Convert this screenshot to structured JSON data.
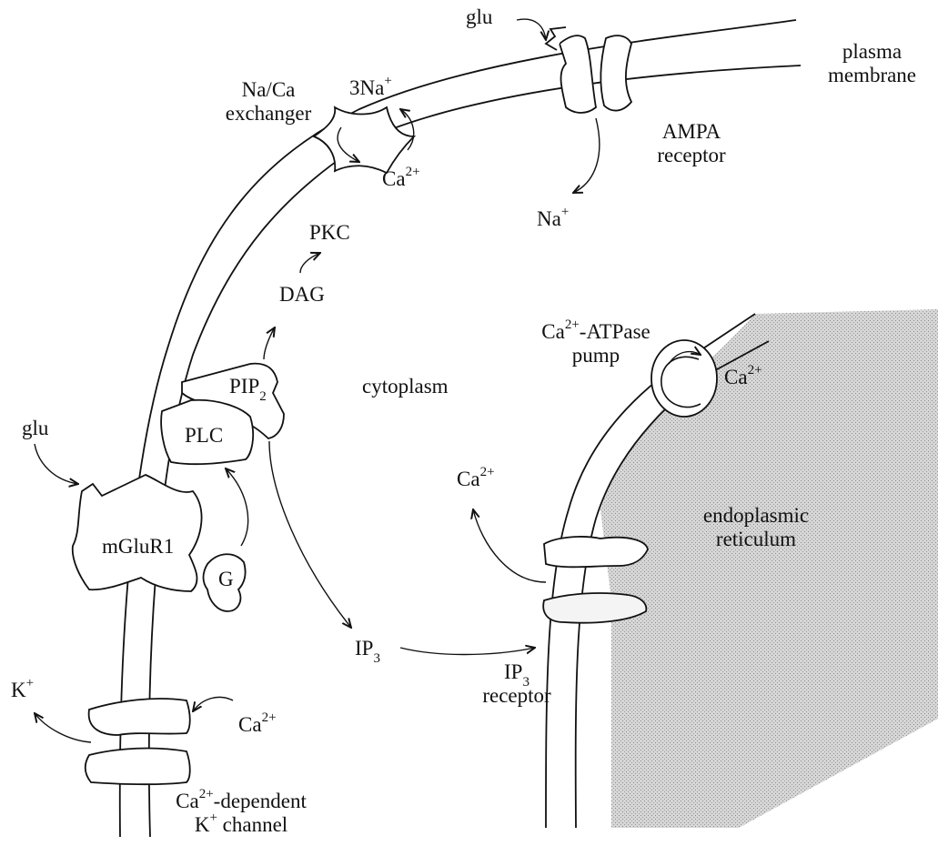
{
  "colors": {
    "ink": "#111111",
    "er_fill": "#c8c8c8",
    "background": "#ffffff"
  },
  "labels": {
    "glu_top": "glu",
    "plasma_membrane": [
      "plasma",
      "membrane"
    ],
    "na_ca_exchanger": [
      "Na/Ca",
      "exchanger"
    ],
    "na3": {
      "base": "3Na",
      "sup": "+"
    },
    "ca_exchanger": {
      "base": "Ca",
      "sup": "2+"
    },
    "ampa_receptor": [
      "AMPA",
      "receptor"
    ],
    "na_out": {
      "base": "Na",
      "sup": "+"
    },
    "pkc": "PKC",
    "dag": "DAG",
    "pip2": {
      "base": "PIP",
      "sub": "2"
    },
    "plc": "PLC",
    "cytoplasm": "cytoplasm",
    "glu_left": "glu",
    "mglur1": "mGluR1",
    "g_protein": "G",
    "ip3": {
      "base": "IP",
      "sub": "3"
    },
    "ip3_receptor": {
      "base": "IP",
      "sub": "3",
      "line2": "receptor"
    },
    "ca_atpase_pump": {
      "base": "Ca",
      "sup": "2+",
      "rest": "-ATPase",
      "line2": "pump"
    },
    "ca_pump": {
      "base": "Ca",
      "sup": "2+"
    },
    "ca_release": {
      "base": "Ca",
      "sup": "2+"
    },
    "endoplasmic_reticulum": [
      "endoplasmic",
      "reticulum"
    ],
    "k_out": {
      "base": "K",
      "sup": "+"
    },
    "ca_k_channel": {
      "base": "Ca",
      "sup": "2+"
    },
    "ca_dependent_k_channel": {
      "base": "Ca",
      "sup": "2+",
      "rest": "-dependent",
      "line2_base": "K",
      "line2_sup": "+",
      "line2_rest": " channel"
    }
  }
}
